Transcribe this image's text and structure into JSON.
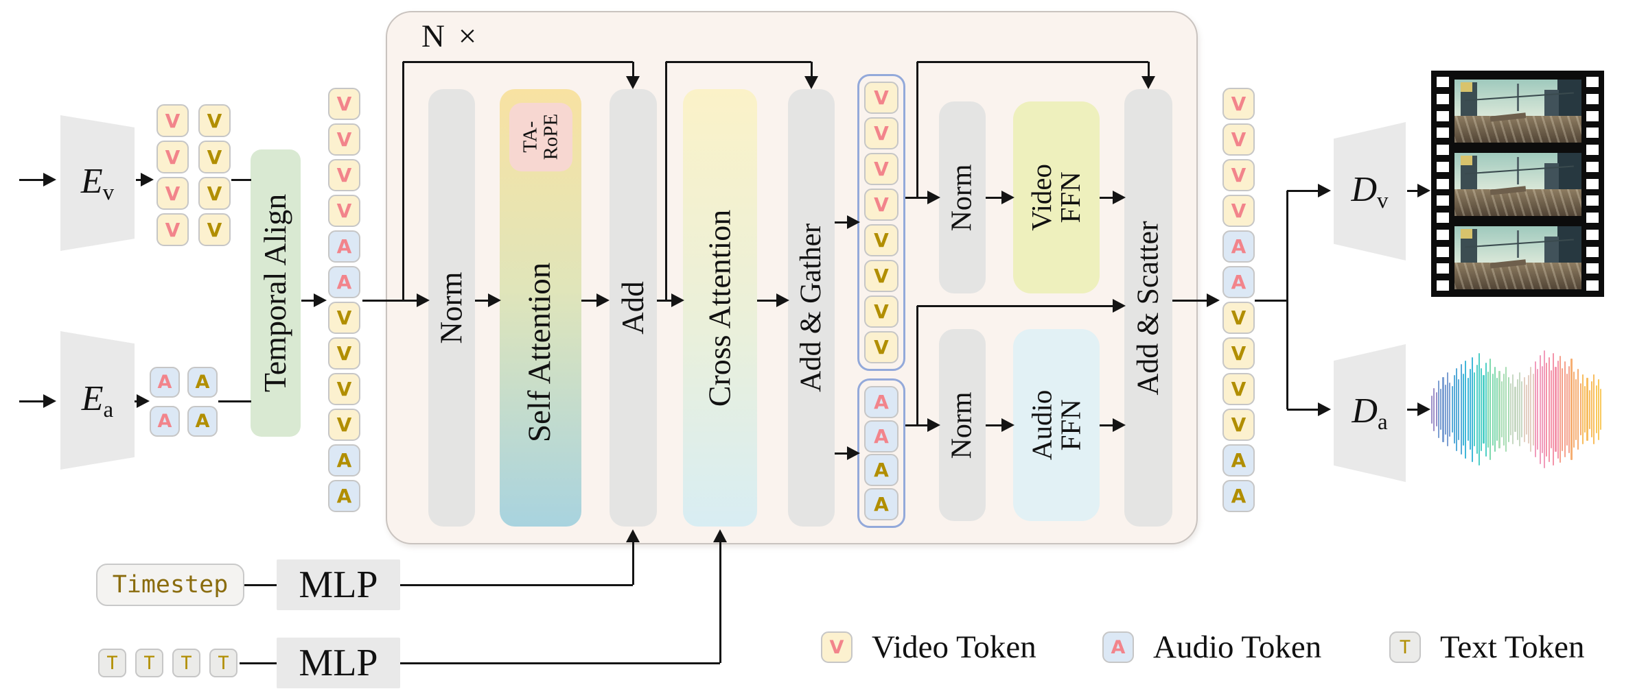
{
  "repeat_label": "N ×",
  "labels": {
    "norm": "Norm",
    "self_attention": "Self Attention",
    "ta_rope": "TA-\nRoPE",
    "add": "Add",
    "cross_attention": "Cross Attention",
    "add_gather": "Add & Gather",
    "video_ffn": "Video\nFFN",
    "audio_ffn": "Audio\nFFN",
    "add_scatter": "Add & Scatter",
    "temporal_align": "Temporal Align",
    "mlp_timestep": "MLP",
    "mlp_text": "MLP",
    "timestep": "Timestep"
  },
  "encoders": {
    "video": {
      "base": "E",
      "sub": "v"
    },
    "audio": {
      "base": "E",
      "sub": "a"
    }
  },
  "decoders": {
    "video": {
      "base": "D",
      "sub": "v"
    },
    "audio": {
      "base": "D",
      "sub": "a"
    }
  },
  "token_sequences": {
    "encoder_video_grid": [
      {
        "t": "V",
        "bg": "video",
        "color": "pink"
      },
      {
        "t": "V",
        "bg": "video",
        "color": "olive"
      },
      {
        "t": "V",
        "bg": "video",
        "color": "pink"
      },
      {
        "t": "V",
        "bg": "video",
        "color": "olive"
      },
      {
        "t": "V",
        "bg": "video",
        "color": "pink"
      },
      {
        "t": "V",
        "bg": "video",
        "color": "olive"
      },
      {
        "t": "V",
        "bg": "video",
        "color": "pink"
      },
      {
        "t": "V",
        "bg": "video",
        "color": "olive"
      }
    ],
    "encoder_audio_grid": [
      {
        "t": "A",
        "bg": "audio",
        "color": "pink"
      },
      {
        "t": "A",
        "bg": "audio",
        "color": "olive"
      },
      {
        "t": "A",
        "bg": "audio",
        "color": "pink"
      },
      {
        "t": "A",
        "bg": "audio",
        "color": "olive"
      }
    ],
    "aligned_sequence": [
      {
        "t": "V",
        "bg": "video",
        "color": "pink"
      },
      {
        "t": "V",
        "bg": "video",
        "color": "pink"
      },
      {
        "t": "V",
        "bg": "video",
        "color": "pink"
      },
      {
        "t": "V",
        "bg": "video",
        "color": "pink"
      },
      {
        "t": "A",
        "bg": "audio",
        "color": "pink"
      },
      {
        "t": "A",
        "bg": "audio",
        "color": "pink"
      },
      {
        "t": "V",
        "bg": "video",
        "color": "olive"
      },
      {
        "t": "V",
        "bg": "video",
        "color": "olive"
      },
      {
        "t": "V",
        "bg": "video",
        "color": "olive"
      },
      {
        "t": "V",
        "bg": "video",
        "color": "olive"
      },
      {
        "t": "A",
        "bg": "audio",
        "color": "olive"
      },
      {
        "t": "A",
        "bg": "audio",
        "color": "olive"
      }
    ],
    "gathered_video": [
      {
        "t": "V",
        "bg": "video",
        "color": "pink"
      },
      {
        "t": "V",
        "bg": "video",
        "color": "pink"
      },
      {
        "t": "V",
        "bg": "video",
        "color": "pink"
      },
      {
        "t": "V",
        "bg": "video",
        "color": "pink"
      },
      {
        "t": "V",
        "bg": "video",
        "color": "olive"
      },
      {
        "t": "V",
        "bg": "video",
        "color": "olive"
      },
      {
        "t": "V",
        "bg": "video",
        "color": "olive"
      },
      {
        "t": "V",
        "bg": "video",
        "color": "olive"
      }
    ],
    "gathered_audio": [
      {
        "t": "A",
        "bg": "audio",
        "color": "pink"
      },
      {
        "t": "A",
        "bg": "audio",
        "color": "pink"
      },
      {
        "t": "A",
        "bg": "audio",
        "color": "olive"
      },
      {
        "t": "A",
        "bg": "audio",
        "color": "olive"
      }
    ],
    "output_sequence": [
      {
        "t": "V",
        "bg": "video",
        "color": "pink"
      },
      {
        "t": "V",
        "bg": "video",
        "color": "pink"
      },
      {
        "t": "V",
        "bg": "video",
        "color": "pink"
      },
      {
        "t": "V",
        "bg": "video",
        "color": "pink"
      },
      {
        "t": "A",
        "bg": "audio",
        "color": "pink"
      },
      {
        "t": "A",
        "bg": "audio",
        "color": "pink"
      },
      {
        "t": "V",
        "bg": "video",
        "color": "olive"
      },
      {
        "t": "V",
        "bg": "video",
        "color": "olive"
      },
      {
        "t": "V",
        "bg": "video",
        "color": "olive"
      },
      {
        "t": "V",
        "bg": "video",
        "color": "olive"
      },
      {
        "t": "A",
        "bg": "audio",
        "color": "olive"
      },
      {
        "t": "A",
        "bg": "audio",
        "color": "olive"
      }
    ],
    "text_row": [
      {
        "t": "T",
        "bg": "text",
        "color": "olive"
      },
      {
        "t": "T",
        "bg": "text",
        "color": "olive"
      },
      {
        "t": "T",
        "bg": "text",
        "color": "olive"
      },
      {
        "t": "T",
        "bg": "text",
        "color": "olive"
      }
    ]
  },
  "legend": {
    "items": [
      {
        "letter": "V",
        "bg": "video",
        "color": "pink",
        "label": "Video Token"
      },
      {
        "letter": "A",
        "bg": "audio",
        "color": "pink",
        "label": "Audio Token"
      },
      {
        "letter": "T",
        "bg": "text",
        "color": "olive",
        "label": "Text Token"
      }
    ]
  },
  "colors": {
    "line": "#141414",
    "box-bg": "#faf3ee",
    "gray": "#e4e4e3",
    "green": "#d9e9d2",
    "vffn": "#eef0bd",
    "affn": "#e2f1f5",
    "tarope": "#f7d7d1",
    "video-bg": "#fcf1cf",
    "audio-bg": "#dce8f5",
    "text-bg": "#ebebe9",
    "tok-border": "#c6c6c6",
    "pink": "#f2848b",
    "olive": "#b18e00",
    "group-border": "#93a9da",
    "timestep": "#8a6c0e"
  },
  "film": {
    "frame_count": 3,
    "holes_per_side": 13
  },
  "waveform": {
    "bars": [
      0.18,
      0.32,
      0.24,
      0.45,
      0.3,
      0.52,
      0.38,
      0.6,
      0.42,
      0.35,
      0.55,
      0.68,
      0.48,
      0.75,
      0.58,
      0.82,
      0.5,
      0.66,
      0.88,
      0.6,
      0.74,
      0.95,
      0.68,
      0.55,
      0.78,
      0.62,
      0.85,
      0.58,
      0.7,
      0.5,
      0.63,
      0.44,
      0.58,
      0.7,
      0.52,
      0.4,
      0.56,
      0.34,
      0.48,
      0.6,
      0.44,
      0.52,
      0.38,
      0.55,
      0.7,
      0.58,
      0.8,
      0.66,
      0.92,
      0.72,
      1.0,
      0.78,
      0.88,
      0.64,
      0.95,
      0.7,
      0.82,
      0.9,
      0.68,
      0.8,
      0.58,
      0.72,
      0.85,
      0.62,
      0.48,
      0.66,
      0.4,
      0.56,
      0.35,
      0.5,
      0.28,
      0.44,
      0.56,
      0.36,
      0.48,
      0.3
    ],
    "colors": [
      "#9c8fc7",
      "#7b9ed2",
      "#55aad8",
      "#3fb7d8",
      "#4ecfc6",
      "#7fd9ae",
      "#a8ddb4",
      "#c6d8c2",
      "#e3cfc2",
      "#f19bbb",
      "#f493a9",
      "#f5a08b",
      "#f6ae72",
      "#f8bd5f",
      "#f9c95d"
    ]
  }
}
